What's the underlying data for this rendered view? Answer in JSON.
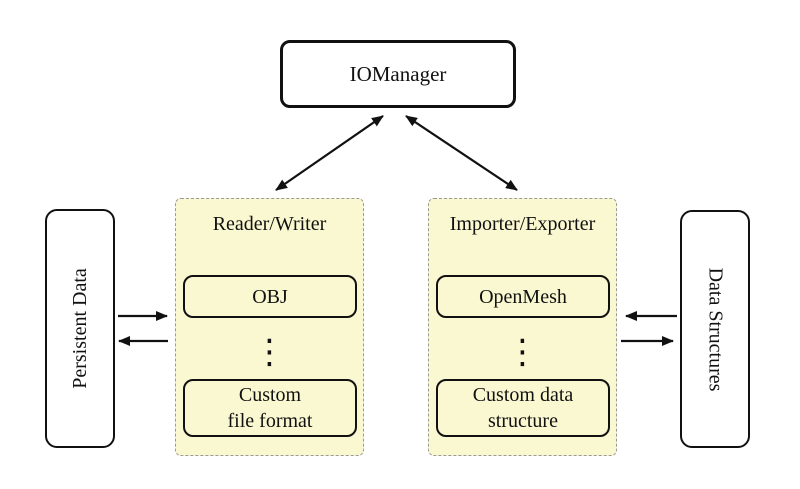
{
  "root_node": {
    "label": "IOManager"
  },
  "side_nodes": {
    "left": {
      "label": "Persistent Data"
    },
    "right": {
      "label": "Data Structures"
    }
  },
  "panels": {
    "reader_writer": {
      "title": "Reader/Writer",
      "top_item": "OBJ",
      "ellipsis": "⋮",
      "bottom_item_line1": "Custom",
      "bottom_item_line2": "file format"
    },
    "importer_exporter": {
      "title": "Importer/Exporter",
      "top_item": "OpenMesh",
      "ellipsis": "⋮",
      "bottom_item_line1": "Custom data",
      "bottom_item_line2": "structure"
    }
  },
  "edges": [
    {
      "from": "IOManager",
      "to": "Reader/Writer",
      "direction": "both"
    },
    {
      "from": "IOManager",
      "to": "Importer/Exporter",
      "direction": "both"
    },
    {
      "from": "Persistent Data",
      "to": "Reader/Writer",
      "direction": "single"
    },
    {
      "from": "Reader/Writer",
      "to": "Persistent Data",
      "direction": "single"
    },
    {
      "from": "Data Structures",
      "to": "Importer/Exporter",
      "direction": "single"
    },
    {
      "from": "Importer/Exporter",
      "to": "Data Structures",
      "direction": "single"
    }
  ],
  "colors": {
    "panel_fill": "#FAF8D0",
    "panel_border": "#9A9A9A",
    "node_border": "#111111",
    "arrow": "#111111",
    "background": "#FFFFFF"
  }
}
